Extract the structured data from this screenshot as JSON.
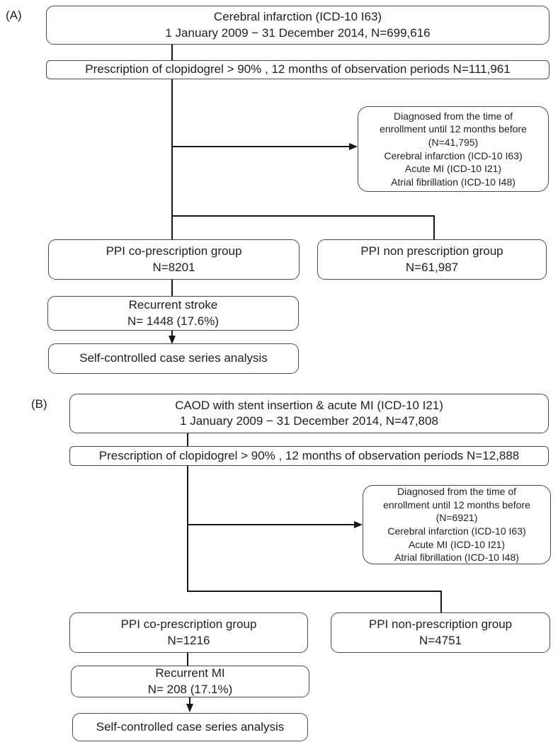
{
  "colors": {
    "background": "#ffffff",
    "box_border": "#4a4a4a",
    "connector_line": "#161616",
    "text": "#1f1f1f"
  },
  "panels": [
    {
      "label": "(A)",
      "cohort_box": {
        "line1": "Cerebral infarction (ICD-10 I63)",
        "line2": "1 January 2009 − 31 December 2014, N=699,616"
      },
      "prescription_box": {
        "text": "Prescription of clopidogrel >  90% , 12 months of observation periods N=111,961"
      },
      "exclusion_box": {
        "lines": [
          "Diagnosed  from the time of",
          "enrollment until 12 months before",
          "(N=41,795)",
          "Cerebral infarction (ICD-10 I63)",
          "Acute MI (ICD-10 I21)",
          "Atrial fibrillation (ICD-10 I48)"
        ]
      },
      "group_left_box": {
        "line1": "PPI co-prescription group",
        "line2": "N=8201"
      },
      "group_right_box": {
        "line1": "PPI non prescription group",
        "line2": "N=61,987"
      },
      "outcome_box": {
        "line1": "Recurrent stroke",
        "line2": "N= 1448 (17.6%)"
      },
      "analysis_box": {
        "text": "Self-controlled case series analysis"
      }
    },
    {
      "label": "(B)",
      "cohort_box": {
        "line1": "CAOD with stent insertion & acute MI (ICD-10 I21)",
        "line2": "1 January 2009 − 31 December 2014, N=47,808"
      },
      "prescription_box": {
        "text": "Prescription of clopidogrel >  90% , 12 months of observation periods N=12,888"
      },
      "exclusion_box": {
        "lines": [
          "Diagnosed  from the time of",
          "enrollment until 12 months before",
          "(N=6921)",
          "Cerebral infarction (ICD-10 I63)",
          "Acute MI (ICD-10 I21)",
          "Atrial fibrillation (ICD-10 I48)"
        ]
      },
      "group_left_box": {
        "line1": "PPI co-prescription group",
        "line2": "N=1216"
      },
      "group_right_box": {
        "line1": "PPI non-prescription group",
        "line2": "N=4751"
      },
      "outcome_box": {
        "line1": "Recurrent MI",
        "line2": "N= 208 (17.1%)"
      },
      "analysis_box": {
        "text": "Self-controlled case series analysis"
      }
    }
  ]
}
